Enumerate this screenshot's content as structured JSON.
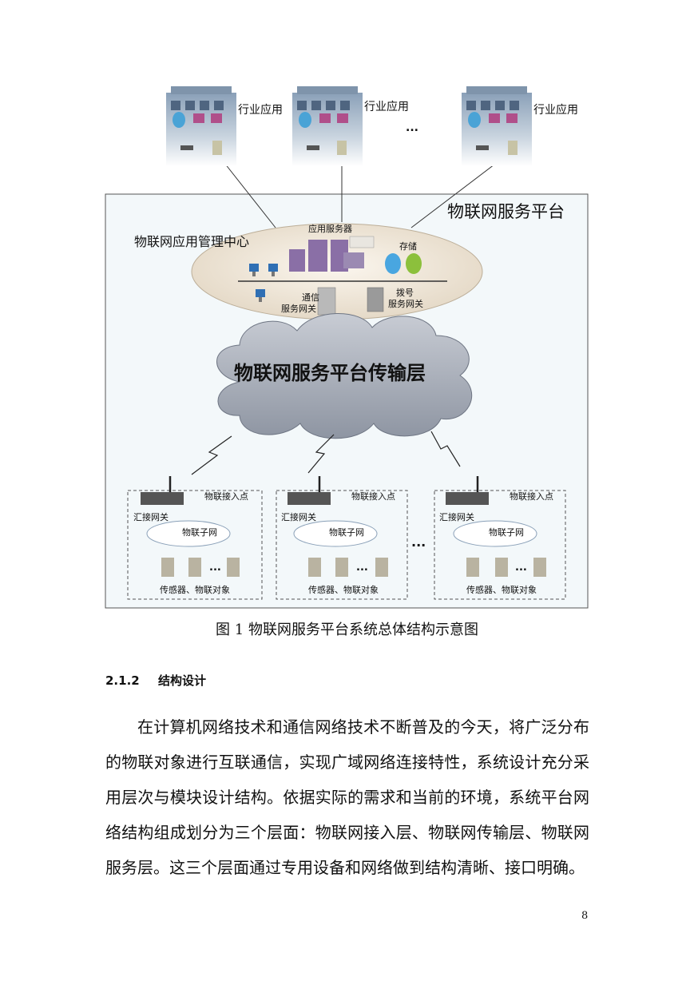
{
  "diagram": {
    "platform_title": "物联网服务平台",
    "app_labels": [
      "行业应用",
      "行业应用",
      "行业应用"
    ],
    "app_ellipsis": "...",
    "management_center": "物联网应用管理中心",
    "app_server": "应用服务器",
    "storage": "存储",
    "comm_gateway": [
      "通信",
      "服务网关"
    ],
    "dialup_gateway": [
      "拨号",
      "服务网关"
    ],
    "transport_layer": "物联网服务平台传输层",
    "access_points": [
      {
        "title": "物联接入点",
        "gateway": "汇接网关",
        "subnet": "物联子网",
        "objects": "传感器、物联对象"
      },
      {
        "title": "物联接入点",
        "gateway": "汇接网关",
        "subnet": "物联子网",
        "objects": "传感器、物联对象"
      },
      {
        "title": "物联接入点",
        "gateway": "汇接网关",
        "subnet": "物联子网",
        "objects": "传感器、物联对象"
      }
    ],
    "access_ellipsis": "...",
    "sensor_ellipsis": "..."
  },
  "caption": "图 1  物联网服务平台系统总体结构示意图",
  "section": {
    "number": "2.1.2",
    "title": "结构设计"
  },
  "paragraph": "在计算机网络技术和通信网络技术不断普及的今天，将广泛分布的物联对象进行互联通信，实现广域网络连接特性，系统设计充分采用层次与模块设计结构。依据实际的需求和当前的环境，系统平台网络结构组成划分为三个层面：物联网接入层、物联网传输层、物联网服务层。这三个层面通过专用设备和网络做到结构清晰、接口明确。",
  "page_number": "8"
}
